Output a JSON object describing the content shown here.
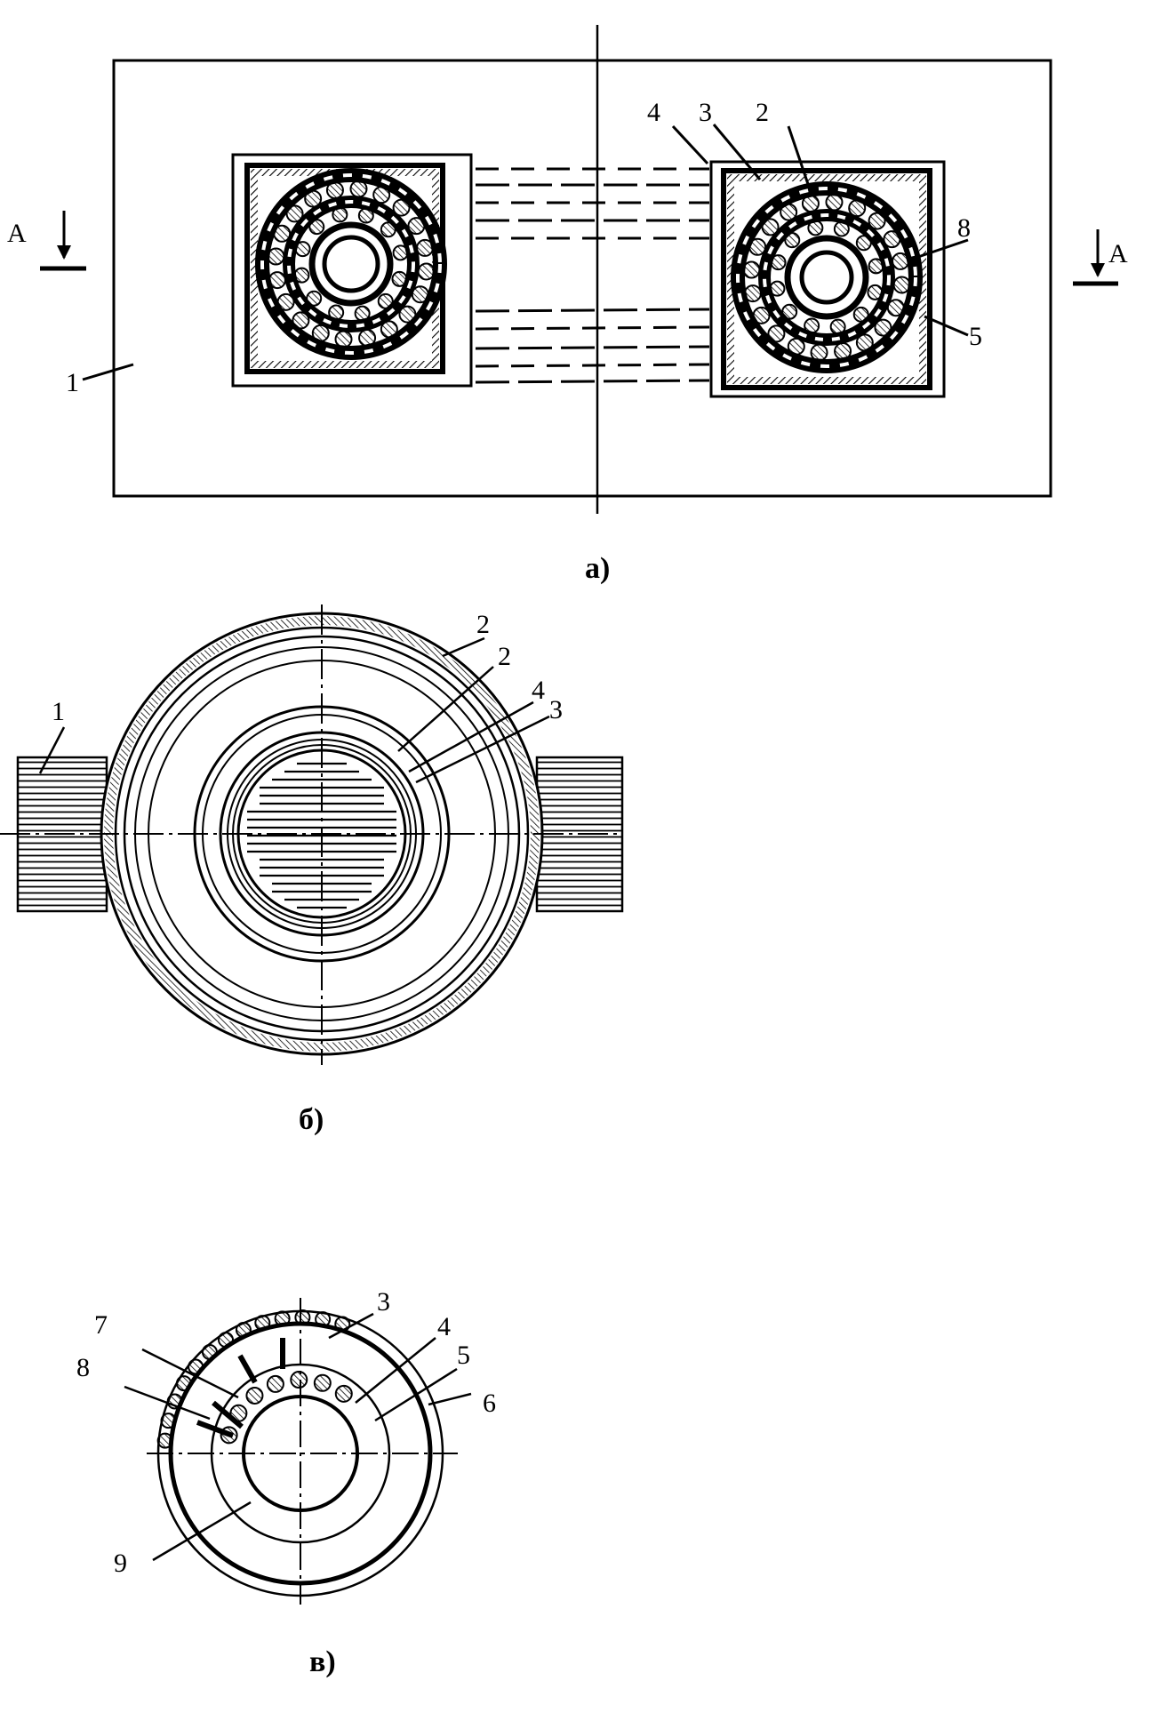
{
  "figure_a": {
    "caption": "а)",
    "section_marks": [
      "А",
      "А"
    ],
    "callouts": {
      "plate": "1",
      "outer_ring": "2",
      "coil": "3",
      "inner_ring": "4",
      "frame": "5",
      "center": "8"
    }
  },
  "figure_b": {
    "caption": "б)",
    "callouts": {
      "plate": "1",
      "outer_ring_1": "2",
      "outer_ring_2": "2",
      "inner_ring": "4",
      "coil": "3"
    }
  },
  "figure_c": {
    "caption": "в)",
    "callouts": {
      "coil": "3",
      "ring_4": "4",
      "ring_5": "5",
      "ring_6": "6",
      "conductor_7": "7",
      "conductor_8": "8",
      "core_9": "9"
    }
  },
  "colors": {
    "ink": "#000000",
    "paper": "#ffffff"
  }
}
